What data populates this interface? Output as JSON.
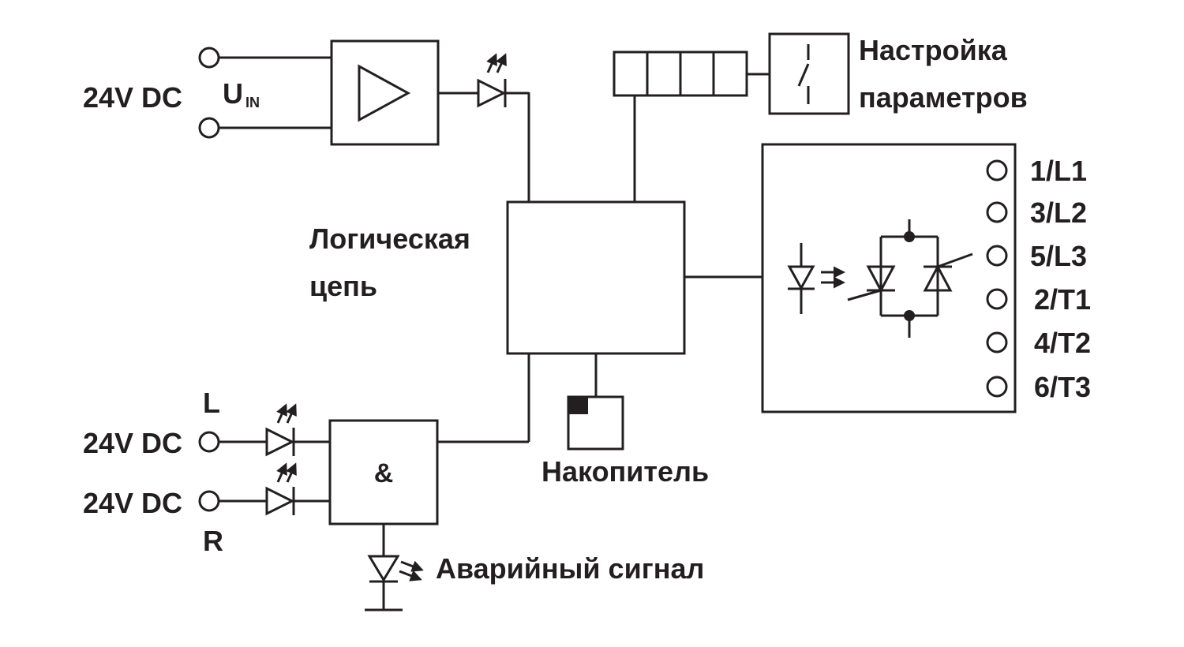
{
  "input": {
    "supply_label": "24V DC",
    "voltage_symbol": "U",
    "voltage_subscript": "IN"
  },
  "settings": {
    "label_line1": "Настройка",
    "label_line2": "параметров"
  },
  "logic": {
    "label_line1": "Логическая",
    "label_line2": "цепь"
  },
  "storage": {
    "label": "Накопитель"
  },
  "and_gate": {
    "symbol": "&"
  },
  "feedback_inputs": [
    {
      "side_label": "L",
      "supply_label": "24V DC"
    },
    {
      "side_label": "R",
      "supply_label": "24V DC"
    }
  ],
  "alarm": {
    "label": "Аварийный сигнал"
  },
  "terminals": [
    "1/L1",
    "3/L2",
    "5/L3",
    "2/T1",
    "4/T2",
    "6/T3"
  ],
  "colors": {
    "line": "#231f20",
    "background": "#ffffff"
  }
}
